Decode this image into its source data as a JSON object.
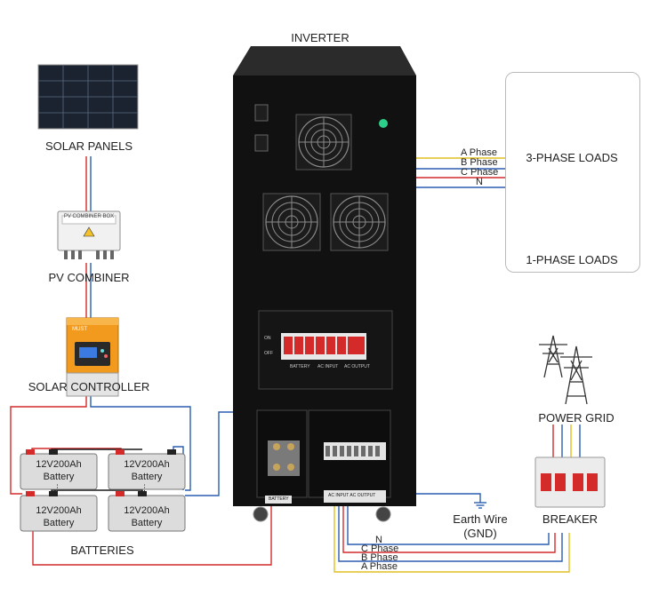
{
  "inverter": {
    "title": "INVERTER",
    "switch_labels": {
      "on": "ON",
      "off": "OFF",
      "battery": "BATTERY",
      "ac_input": "AC INPUT",
      "ac_output": "AC OUTPUT"
    },
    "terminal_battery": "BATTERY",
    "terminal_ac": "AC INPUT  AC OUTPUT"
  },
  "solar_panels": {
    "label": "SOLAR PANELS"
  },
  "pv_combiner": {
    "label": "PV COMBINER",
    "box_text": "PV COMBINER BOX"
  },
  "solar_controller": {
    "label": "SOLAR CONTROLLER",
    "brand": "MUST"
  },
  "batteries": {
    "label": "BATTERIES",
    "units": [
      {
        "line1": "12V200Ah",
        "line2": "Battery"
      },
      {
        "line1": "12V200Ah",
        "line2": "Battery"
      },
      {
        "line1": "12V200Ah",
        "line2": "Battery"
      },
      {
        "line1": "12V200Ah",
        "line2": "Battery"
      }
    ]
  },
  "loads": {
    "three_phase": "3-PHASE LOADS",
    "one_phase": "1-PHASE LOADS"
  },
  "top_wires": [
    "A Phase",
    "B Phase",
    "C Phase",
    "N"
  ],
  "bottom_wires": [
    "N",
    "C Phase",
    "B Phase",
    "A Phase"
  ],
  "power_grid": {
    "label": "POWER GRID"
  },
  "breaker": {
    "label": "BREAKER"
  },
  "earth": {
    "line1": "Earth Wire",
    "line2": "(GND)"
  },
  "colors": {
    "red": "#d42a2a",
    "blue": "#2a5db0",
    "yellow": "#e0c020",
    "black": "#1a1a1a"
  }
}
